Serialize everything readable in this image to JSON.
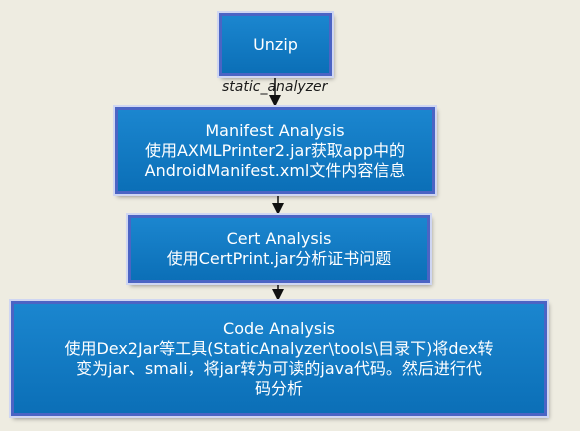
{
  "nodes": {
    "unzip": {
      "title": "Unzip"
    },
    "manifest": {
      "title": "Manifest Analysis",
      "line1": "使用AXMLPrinter2.jar获取app中的",
      "line2": "AndroidManifest.xml文件内容信息"
    },
    "cert": {
      "title": "Cert Analysis",
      "line1": "使用CertPrint.jar分析证书问题"
    },
    "code": {
      "title": "Code Analysis",
      "line1": "使用Dex2Jar等工具(StaticAnalyzer\\tools\\目录下)将dex转",
      "line2": "变为jar、smali，将jar转为可读的java代码。然后进行代",
      "line3": "码分析"
    }
  },
  "edges": {
    "unzip_to_manifest_label": "static_analyzer"
  }
}
